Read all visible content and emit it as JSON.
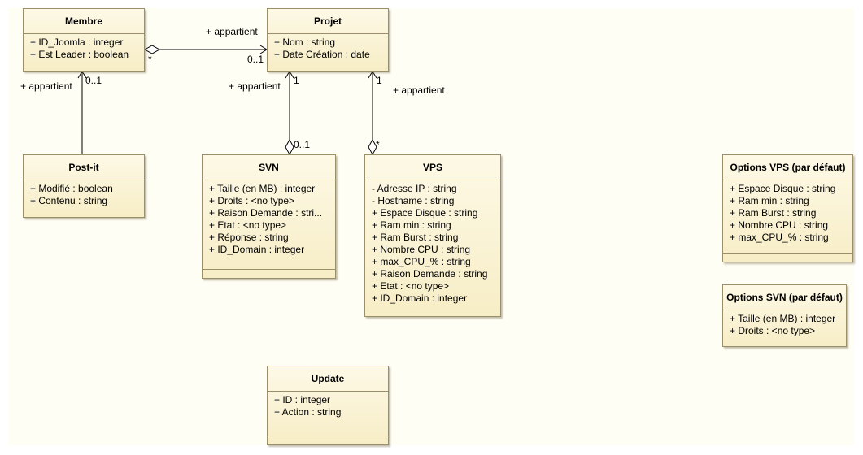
{
  "classes": {
    "membre": {
      "name": "Membre",
      "attributes": [
        "+ ID_Joomla : integer",
        "+ Est Leader : boolean"
      ]
    },
    "projet": {
      "name": "Projet",
      "attributes": [
        "+ Nom : string",
        "+ Date Création : date"
      ]
    },
    "postit": {
      "name": "Post-it",
      "attributes": [
        "+ Modifié : boolean",
        "+ Contenu : string"
      ]
    },
    "svn": {
      "name": "SVN",
      "attributes": [
        "+ Taille (en MB) : integer",
        "+ Droits : <no type>",
        "+ Raison Demande : stri...",
        "+ Etat : <no type>",
        "+ Réponse : string",
        "+ ID_Domain : integer"
      ]
    },
    "vps": {
      "name": "VPS",
      "attributes": [
        "- Adresse IP : string",
        "- Hostname  : string",
        "+ Espace Disque : string",
        "+ Ram min : string",
        "+ Ram Burst : string",
        "+ Nombre CPU : string",
        "+ max_CPU_% : string",
        "+ Raison Demande : string",
        "+ Etat : <no type>",
        "+ ID_Domain : integer"
      ]
    },
    "update": {
      "name": "Update",
      "attributes": [
        "+ ID : integer",
        "+ Action : string"
      ]
    },
    "optvps": {
      "name": "Options VPS (par défaut)",
      "attributes": [
        "+ Espace Disque : string",
        "+ Ram min : string",
        "+ Ram Burst : string",
        "+ Nombre CPU : string",
        "+ max_CPU_% : string"
      ]
    },
    "optsvn": {
      "name": "Options SVN (par défaut)",
      "attributes": [
        "+ Taille (en MB) : integer",
        "+ Droits : <no type>"
      ]
    }
  },
  "associations": {
    "membre_projet": {
      "role": "+ appartient",
      "mult_source": "*",
      "mult_target": "0..1"
    },
    "postit_membre": {
      "role": "+ appartient",
      "mult_target": "0..1"
    },
    "svn_projet": {
      "role": "+ appartient",
      "mult_source": "0..1",
      "mult_target": "1"
    },
    "vps_projet": {
      "role": "+ appartient",
      "mult_source": "*",
      "mult_target": "1"
    }
  },
  "colors": {
    "class_fill_top": "#fdf9e6",
    "class_fill_bottom": "#f7edc6",
    "border": "#9b8f6a",
    "canvas": "#fffef5"
  }
}
